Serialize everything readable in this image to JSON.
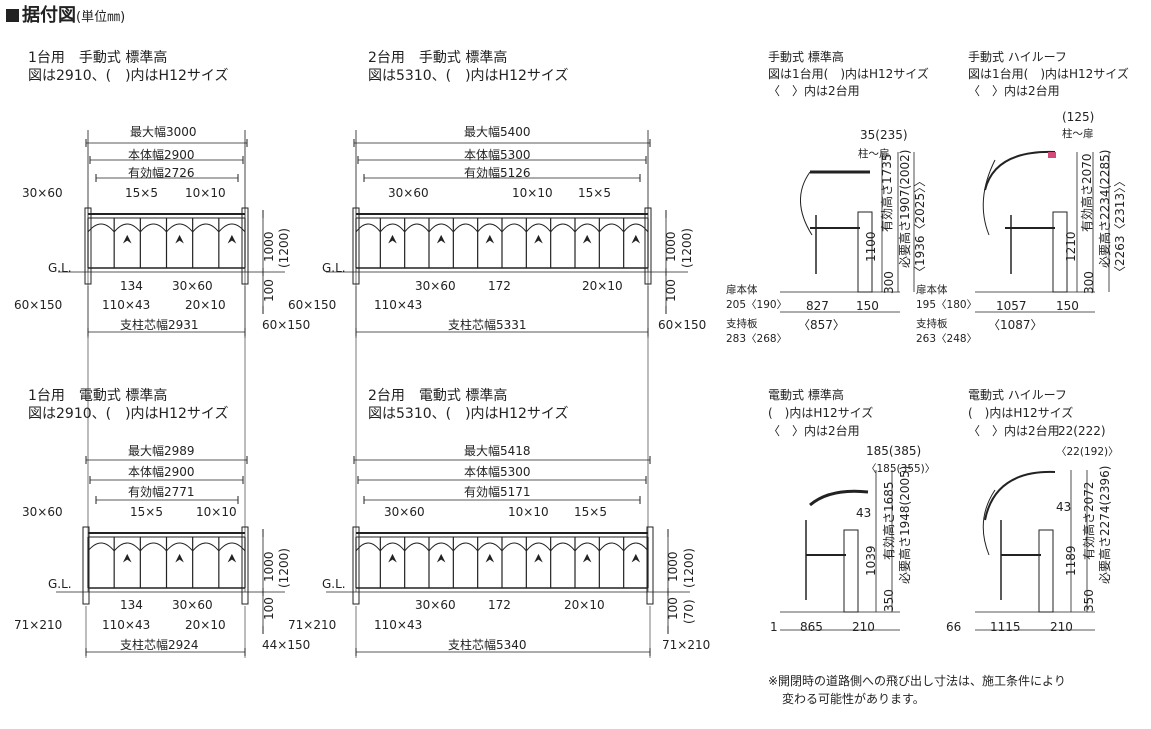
{
  "page": {
    "title": "据付図",
    "unit": "(単位㎜)"
  },
  "colors": {
    "line": "#222222",
    "pink": "#d14a7a"
  },
  "panels": {
    "p1": {
      "h1": "1台用　手動式 標準高",
      "h2": "図は2910、(　)内はH12サイズ",
      "max": "最大幅3000",
      "body": "本体幅2900",
      "eff": "有効幅2726",
      "a": "30×60",
      "b": "15×5",
      "c": "10×10",
      "gl": "G.L.",
      "d": "134",
      "e": "30×60",
      "f": "110×43",
      "g": "20×10",
      "post": "支柱芯幅2931",
      "l": "60×150",
      "r": "60×150",
      "h": "1000",
      "hh": "(1200)",
      "base": "100"
    },
    "p2": {
      "h1": "2台用　手動式 標準高",
      "h2": "図は5310、(　)内はH12サイズ",
      "max": "最大幅5400",
      "body": "本体幅5300",
      "eff": "有効幅5126",
      "a": "30×60",
      "b": "10×10",
      "c": "15×5",
      "gl": "G.L.",
      "e": "30×60",
      "d": "172",
      "g": "20×10",
      "f": "110×43",
      "post": "支柱芯幅5331",
      "l": "60×150",
      "r": "60×150",
      "h": "1000",
      "hh": "(1200)",
      "base": "100"
    },
    "p3": {
      "h1": "1台用　電動式 標準高",
      "h2": "図は2910、(　)内はH12サイズ",
      "max": "最大幅2989",
      "body": "本体幅2900",
      "eff": "有効幅2771",
      "a": "30×60",
      "b": "15×5",
      "c": "10×10",
      "gl": "G.L.",
      "d": "134",
      "e": "30×60",
      "f": "110×43",
      "g": "20×10",
      "post": "支柱芯幅2924",
      "l": "71×210",
      "r": "44×150",
      "h": "1000",
      "hh": "(1200)",
      "base": "100"
    },
    "p4": {
      "h1": "2台用　電動式 標準高",
      "h2": "図は5310、(　)内はH12サイズ",
      "max": "最大幅5418",
      "body": "本体幅5300",
      "eff": "有効幅5171",
      "a": "30×60",
      "b": "10×10",
      "c": "15×5",
      "gl": "G.L.",
      "e": "30×60",
      "d": "172",
      "g": "20×10",
      "f": "110×43",
      "post": "支柱芯幅5340",
      "l": "71×210",
      "r": "71×210",
      "h": "1000",
      "hh": "(1200)",
      "base": "100",
      "base2": "(70)"
    },
    "s1": {
      "h1": "手動式 標準高",
      "h2": "図は1台用(　)内はH12サイズ",
      "h3": "〈　〉内は2台用",
      "top": "35(235)",
      "pt": "柱～扉",
      "v1": "有効高さ1735",
      "v2": "必要高さ1907(2002)",
      "v3": "〈1936〈2025〉〉",
      "v4": "1100",
      "v5": "300",
      "door": "扉本体",
      "door2": "205〈190〉",
      "sup": "支持板",
      "sup2": "283〈268〉",
      "w1": "827",
      "w2": "150",
      "w3": "〈857〉"
    },
    "s2": {
      "h1": "手動式 ハイルーフ",
      "h2": "図は1台用(　)内はH12サイズ",
      "h3": "〈　〉内は2台用",
      "top": "(125)",
      "pt": "柱～扉",
      "v1": "有効高さ2070",
      "v2": "必要高さ2234(2285)",
      "v3": "〈2263〈2313〉〉",
      "v4": "1210",
      "v5": "300",
      "door": "扉本体",
      "door2": "195〈180〉",
      "sup": "支持板",
      "sup2": "263〈248〉",
      "w1": "1057",
      "w2": "150",
      "w3": "〈1087〉"
    },
    "s3": {
      "h1": "電動式 標準高",
      "h2": "(　)内はH12サイズ",
      "h3": "〈　〉内は2台用",
      "top": "185(385)",
      "top2": "〈185(355)〉",
      "s43": "43",
      "v1": "有効高さ1685",
      "v2": "必要高さ1948(2005)",
      "v4": "1039",
      "v5": "350",
      "w0": "1",
      "w1": "865",
      "w2": "210"
    },
    "s4": {
      "h1": "電動式 ハイルーフ",
      "h2": "(　)内はH12サイズ",
      "h3": "〈　〉内は2台用",
      "top": "22(222)",
      "top2": "〈22(192)〉",
      "s43": "43",
      "v1": "有効高さ2072",
      "v2": "必要高さ2274(2396)",
      "v4": "1189",
      "v5": "350",
      "w0": "66",
      "w1": "1115",
      "w2": "210"
    }
  },
  "note": {
    "line1": "※開閉時の道路側への飛び出し寸法は、施工条件により",
    "line2": "変わる可能性があります。"
  }
}
